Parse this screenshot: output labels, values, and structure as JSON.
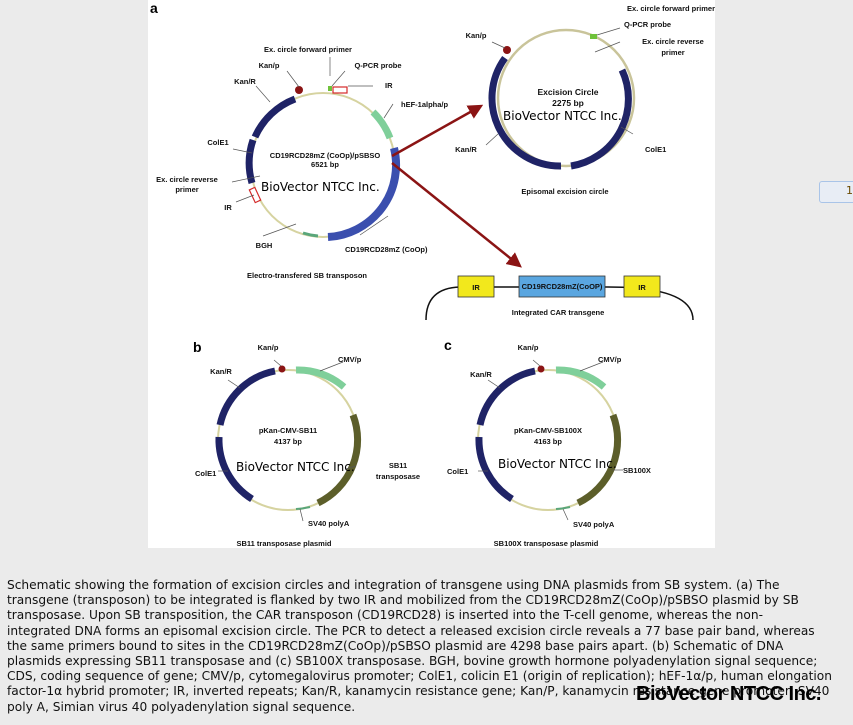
{
  "figure": {
    "panel_a": {
      "letter": "a",
      "transposon_plasmid": {
        "name": "CD19RCD28mZ (CoOp)/pSBSO",
        "size": "6521 bp",
        "caption": "Electro-transfered SB transposon",
        "labels": {
          "ex_forward_primer": "Ex. circle forward primer",
          "kan_p": "Kan/p",
          "qpcr_probe": "Q-PCR probe",
          "kan_r": "Kan/R",
          "ir_top": "IR",
          "hef": "hEF-1alpha/p",
          "cole1": "ColE1",
          "ex_reverse_primer_1": "Ex. circle reverse",
          "ex_reverse_primer_2": "primer",
          "ir_left": "IR",
          "bgh": "BGH",
          "cd19": "CD19RCD28mZ (CoOp)"
        }
      },
      "excision_circle": {
        "name": "Excision Circle",
        "size": "2275 bp",
        "caption": "Episomal excision circle",
        "labels": {
          "ex_forward_primer": "Ex. circle forward primer",
          "qpcr_probe": "Q-PCR probe",
          "ex_reverse_primer_1": "Ex. circle reverse",
          "ex_reverse_primer_2": "primer",
          "kan_p": "Kan/p",
          "kan_r": "Kan/R",
          "cole1": "ColE1"
        }
      },
      "integrated": {
        "ir_left": "IR",
        "car": "CD19RCD28mZ(CoOP)",
        "ir_right": "IR",
        "caption": "Integrated CAR transgene"
      }
    },
    "panel_b": {
      "letter": "b",
      "name": "pKan-CMV-SB11",
      "size": "4137 bp",
      "caption": "SB11 transposase plasmid",
      "labels": {
        "kan_p": "Kan/p",
        "cmv": "CMV/p",
        "kan_r": "Kan/R",
        "cole1": "ColE1",
        "transposase_1": "SB11",
        "transposase_2": "transposase",
        "sv40": "SV40 polyA"
      }
    },
    "panel_c": {
      "letter": "c",
      "name": "pKan-CMV-SB100X",
      "size": "4163 bp",
      "caption": "SB100X transposase plasmid",
      "labels": {
        "kan_p": "Kan/p",
        "cmv": "CMV/p",
        "kan_r": "Kan/R",
        "cole1": "ColE1",
        "transposase": "SB100X",
        "sv40": "SV40 polyA"
      }
    },
    "watermark": "BioVector NTCC Inc.",
    "colors": {
      "navy": "#1f2366",
      "blue": "#3b4fae",
      "green": "#7fcf9a",
      "olive": "#5c5e2a",
      "backbone": "#d6d3a0",
      "red": "#8b1414",
      "ir_yellow": "#f2e81c",
      "car_blue": "#5aa6e0"
    }
  },
  "side_button": {
    "glyph": "1"
  },
  "caption": {
    "lines": [
      "Schematic showing the formation of excision circles and integration of transgene using DNA plasmids from SB system. (a) The",
      "transgene (transposon) to be integrated is flanked by two IR and mobilized from the CD19RCD28mZ(CoOp)/pSBSO plasmid by SB",
      "transposase. Upon SB transposition, the CAR transposon (CD19RCD28) is inserted into the T-cell genome, whereas the non-",
      "integrated DNA forms an episomal excision circle. The PCR to detect a released excision circle reveals a 77 base pair band, whereas",
      "the same primers bound to sites in the CD19RCD28mZ(CoOp)/pSBSO plasmid are 4298 base pairs apart. (b) Schematic of DNA",
      "plasmids expressing SB11 transposase and (c) SB100X transposase. BGH, bovine growth hormone polyadenylation signal sequence;",
      "CDS, coding sequence of gene; CMV/p, cytomegalovirus promoter; ColE1, colicin E1 (origin of replication); hEF-1α/p, human elongation",
      "factor-1α hybrid promoter; IR, inverted repeats; Kan/R, kanamycin resistance gene; Kan/P, kanamycin resistance gene promoter; SV40",
      "poly A, Simian virus 40 polyadenylation signal sequence."
    ],
    "watermark": "BioVector NTCC Inc."
  }
}
